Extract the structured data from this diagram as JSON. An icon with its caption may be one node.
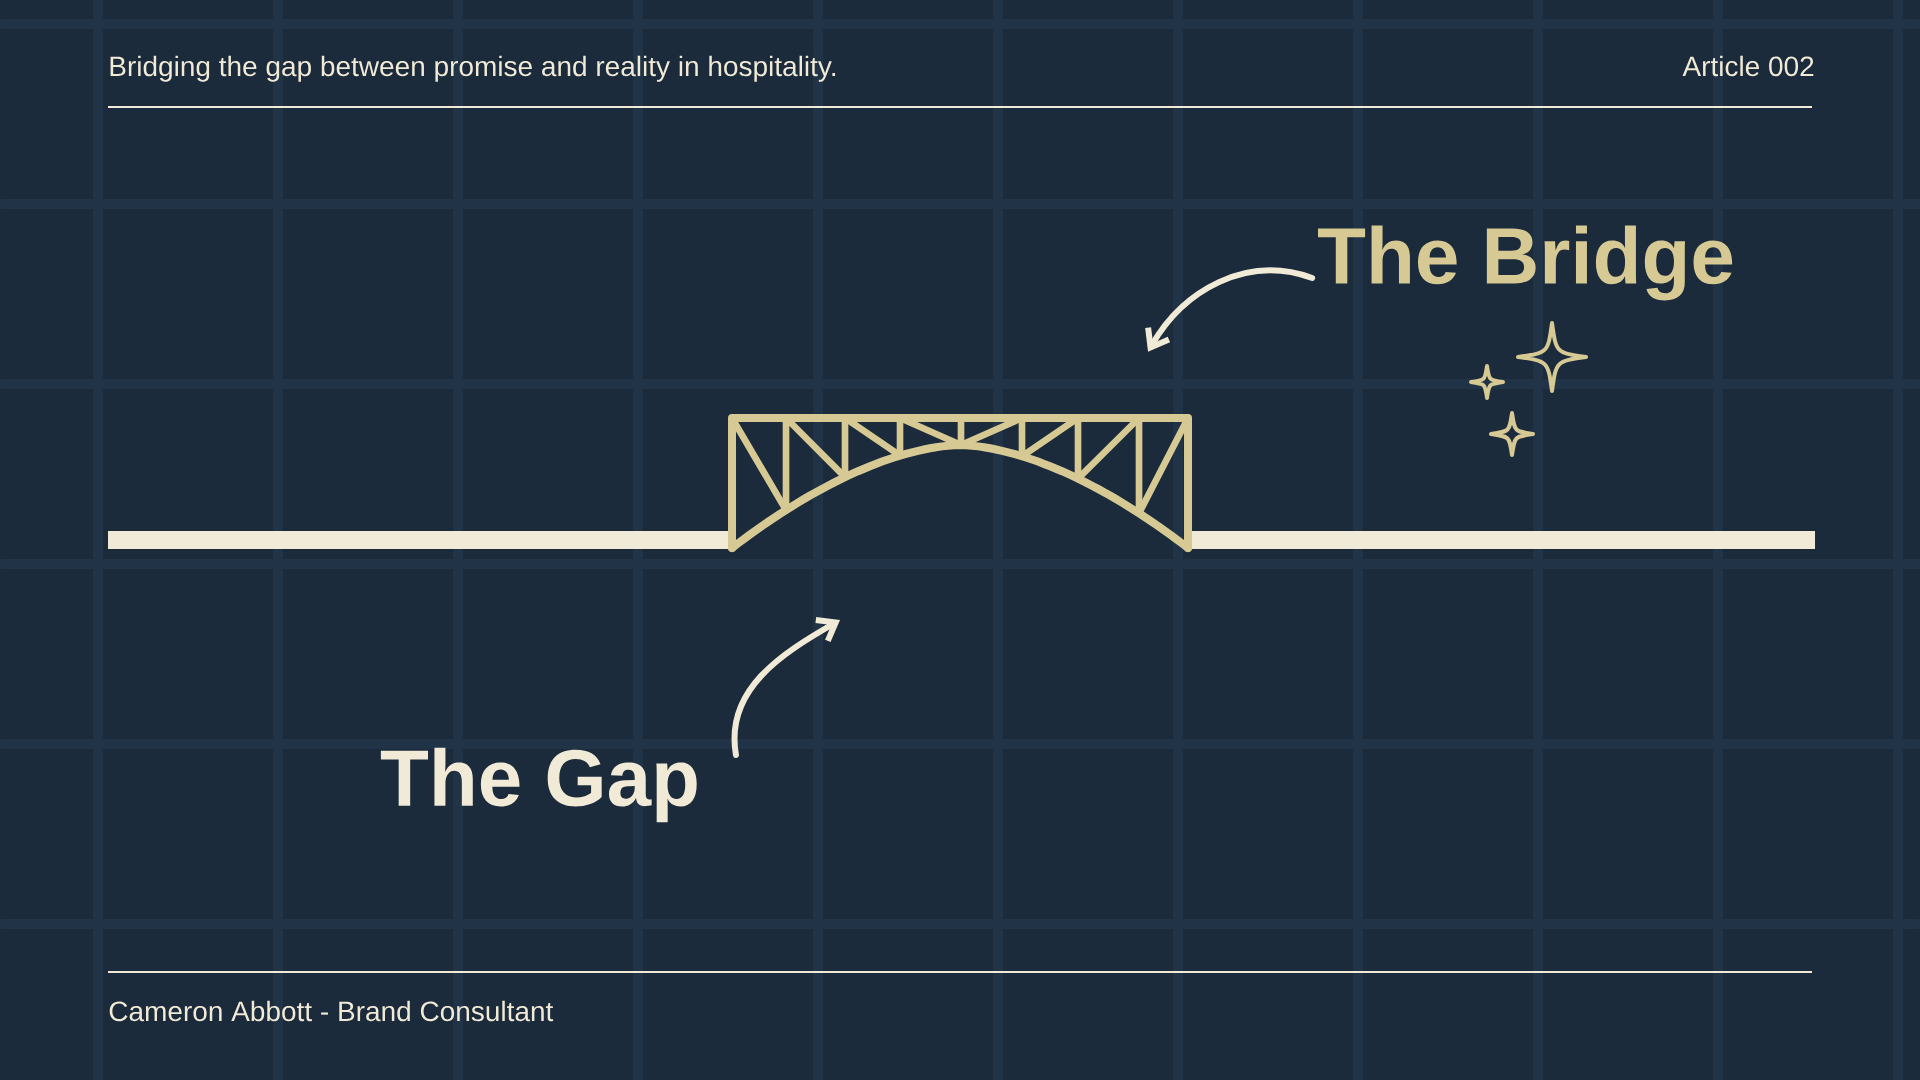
{
  "diagram": {
    "nodes": [
      {
        "text": [
          "The Bridge"
        ]
      },
      {
        "text": [],
        "shape": "picture"
      },
      {
        "text": [
          "The Gap"
        ]
      }
    ],
    "edges": [
      {
        "from": 0,
        "to": 1,
        "arrow": "to"
      },
      {
        "from": 2,
        "to": null,
        "arrow": "to"
      }
    ],
    "labels": [
      "Bridging the gap between promise and reality in hospitality.",
      "Article 002",
      "Cameron Abbott - Brand Consultant"
    ]
  }
}
